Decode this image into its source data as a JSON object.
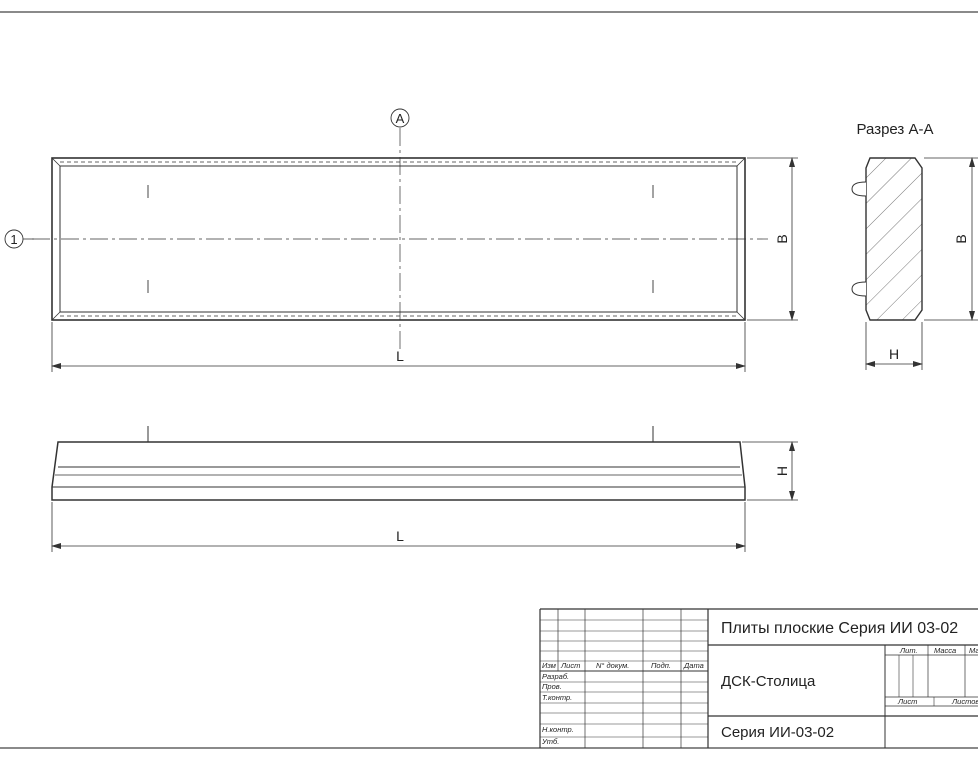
{
  "marks": {
    "section_marker": "A",
    "axis_marker": "1"
  },
  "section": {
    "title": "Разрез А-А"
  },
  "dimensions": {
    "length": "L",
    "width": "B",
    "height": "H"
  },
  "title_block": {
    "headers": {
      "izm": "Изм",
      "list": "Лист",
      "doc": "N° докум.",
      "sign": "Подп.",
      "date": "Дата"
    },
    "roles": {
      "razrab": "Разраб.",
      "prov": "Пров.",
      "tkontr": "Т.контр.",
      "nkontr": "Н.контр.",
      "utv": "Утб."
    },
    "name": "Плиты плоские Серия ИИ 03-02",
    "organization": "ДСК-Столица",
    "series": "Серия ИИ-03-02",
    "lit_label": "Лит.",
    "mass_label": "Масса",
    "scale_label": "Масштаб",
    "sheet_label": "Лист",
    "sheets_label": "Листов"
  }
}
